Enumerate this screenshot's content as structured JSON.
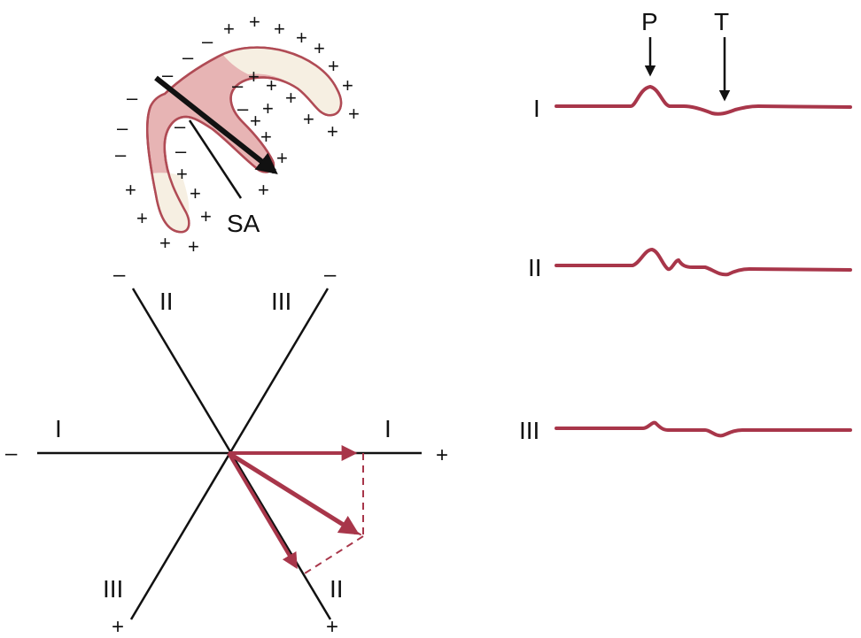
{
  "colors": {
    "trace": "#a8364a",
    "heart_fill": "#e7b4b4",
    "heart_light": "#f6efe2",
    "heart_stroke": "#b04b55",
    "line": "#111111"
  },
  "heart": {
    "sa_label": "SA",
    "minus_sign": "–",
    "plus_sign": "+"
  },
  "triangle": {
    "lead_I_left": "I",
    "lead_I_right": "I",
    "lead_II_top": "II",
    "lead_II_bottom": "II",
    "lead_III_top": "III",
    "lead_III_bottom": "III",
    "sign_minus_left": "–",
    "sign_plus_right": "+",
    "sign_minus_top_left": "–",
    "sign_minus_top_right": "–",
    "sign_plus_bottom_left": "+",
    "sign_plus_bottom_right": "+"
  },
  "ecg": {
    "marker_p": "P",
    "marker_t": "T",
    "leads": [
      "I",
      "II",
      "III"
    ]
  }
}
